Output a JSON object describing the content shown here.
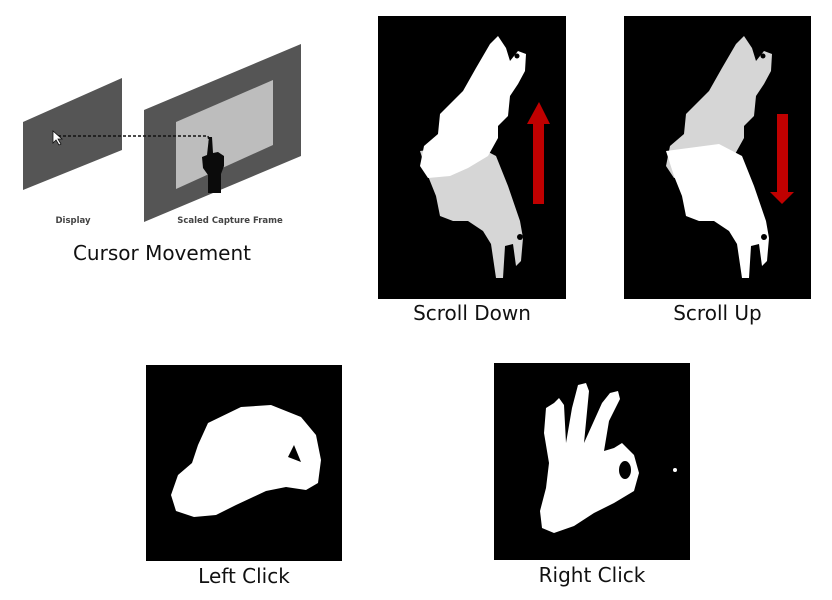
{
  "cursor_movement": {
    "caption": "Cursor Movement",
    "display_label": "Display",
    "capture_frame_label": "Scaled Capture Frame"
  },
  "scroll_down": {
    "caption": "Scroll Down",
    "arrow_direction": "up",
    "arrow_color": "#c00000"
  },
  "scroll_up": {
    "caption": "Scroll Up",
    "arrow_direction": "down",
    "arrow_color": "#c00000"
  },
  "left_click": {
    "caption": "Left Click"
  },
  "right_click": {
    "caption": "Right Click"
  }
}
